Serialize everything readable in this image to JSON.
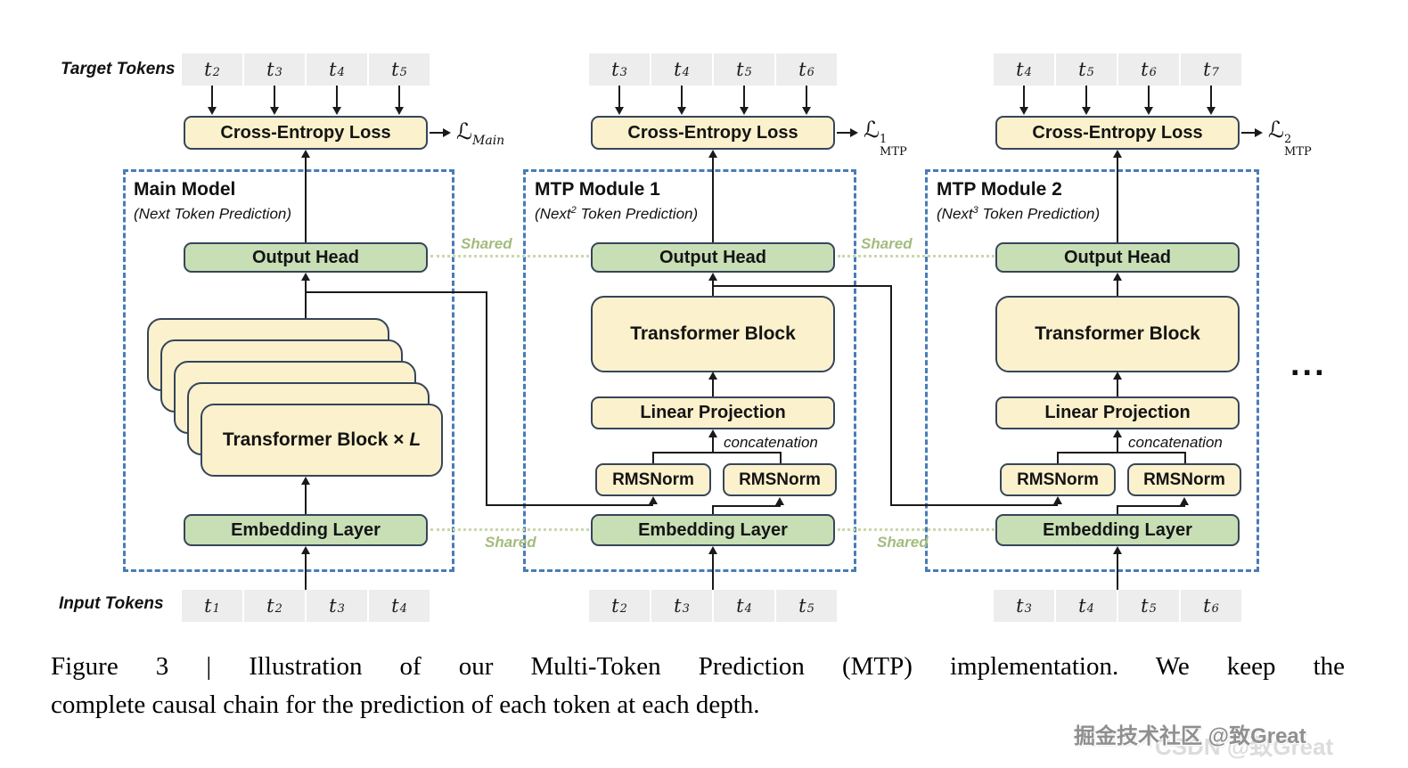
{
  "labels": {
    "target_tokens": "Target Tokens",
    "input_tokens": "Input Tokens",
    "cross_entropy": "Cross-Entropy Loss",
    "output_head": "Output Head",
    "transformer_block": "Transformer Block",
    "transformer_block_xl_pre": "Transformer Block × ",
    "transformer_block_xl_var": "L",
    "linear_projection": "Linear Projection",
    "rmsnorm": "RMSNorm",
    "embedding": "Embedding Layer",
    "concatenation": "concatenation",
    "shared": "Shared",
    "ellipsis": "..."
  },
  "colors": {
    "box_yellow": "#FBF1CC",
    "box_green": "#C8DFB6",
    "box_border": "#36455A",
    "token_gray": "#EDEDED",
    "frame_blue": "#4A7CB5",
    "shared_green": "#A3BC7F",
    "arrow_black": "#1A1A1A"
  },
  "modules": [
    {
      "title": "Main Model",
      "subtitle_pre": "(Next",
      "subtitle_sup": "",
      "subtitle_post": " Token Prediction)",
      "loss": {
        "symbol": "ℒ",
        "sup": "",
        "sub": "Main"
      },
      "target_tokens": [
        {
          "base": "t",
          "sub": "2"
        },
        {
          "base": "t",
          "sub": "3"
        },
        {
          "base": "t",
          "sub": "4"
        },
        {
          "base": "t",
          "sub": "5"
        }
      ],
      "input_tokens": [
        {
          "base": "t",
          "sub": "1"
        },
        {
          "base": "t",
          "sub": "2"
        },
        {
          "base": "t",
          "sub": "3"
        },
        {
          "base": "t",
          "sub": "4"
        }
      ]
    },
    {
      "title": "MTP Module 1",
      "subtitle_pre": "(Next",
      "subtitle_sup": "2",
      "subtitle_post": " Token Prediction)",
      "loss": {
        "symbol": "ℒ",
        "sup": "1",
        "sub": "MTP"
      },
      "target_tokens": [
        {
          "base": "t",
          "sub": "3"
        },
        {
          "base": "t",
          "sub": "4"
        },
        {
          "base": "t",
          "sub": "5"
        },
        {
          "base": "t",
          "sub": "6"
        }
      ],
      "input_tokens": [
        {
          "base": "t",
          "sub": "2"
        },
        {
          "base": "t",
          "sub": "3"
        },
        {
          "base": "t",
          "sub": "4"
        },
        {
          "base": "t",
          "sub": "5"
        }
      ]
    },
    {
      "title": "MTP Module 2",
      "subtitle_pre": "(Next",
      "subtitle_sup": "3",
      "subtitle_post": " Token Prediction)",
      "loss": {
        "symbol": "ℒ",
        "sup": "2",
        "sub": "MTP"
      },
      "target_tokens": [
        {
          "base": "t",
          "sub": "4"
        },
        {
          "base": "t",
          "sub": "5"
        },
        {
          "base": "t",
          "sub": "6"
        },
        {
          "base": "t",
          "sub": "7"
        }
      ],
      "input_tokens": [
        {
          "base": "t",
          "sub": "3"
        },
        {
          "base": "t",
          "sub": "4"
        },
        {
          "base": "t",
          "sub": "5"
        },
        {
          "base": "t",
          "sub": "6"
        }
      ]
    }
  ],
  "caption": {
    "line1": "Figure 3 | Illustration of our Multi-Token Prediction (MTP) implementation.  We keep the",
    "line2": "complete causal chain for the prediction of each token at each depth."
  },
  "watermark": {
    "primary": "掘金技术社区 @致Great",
    "secondary": "CSDN @致Great"
  }
}
